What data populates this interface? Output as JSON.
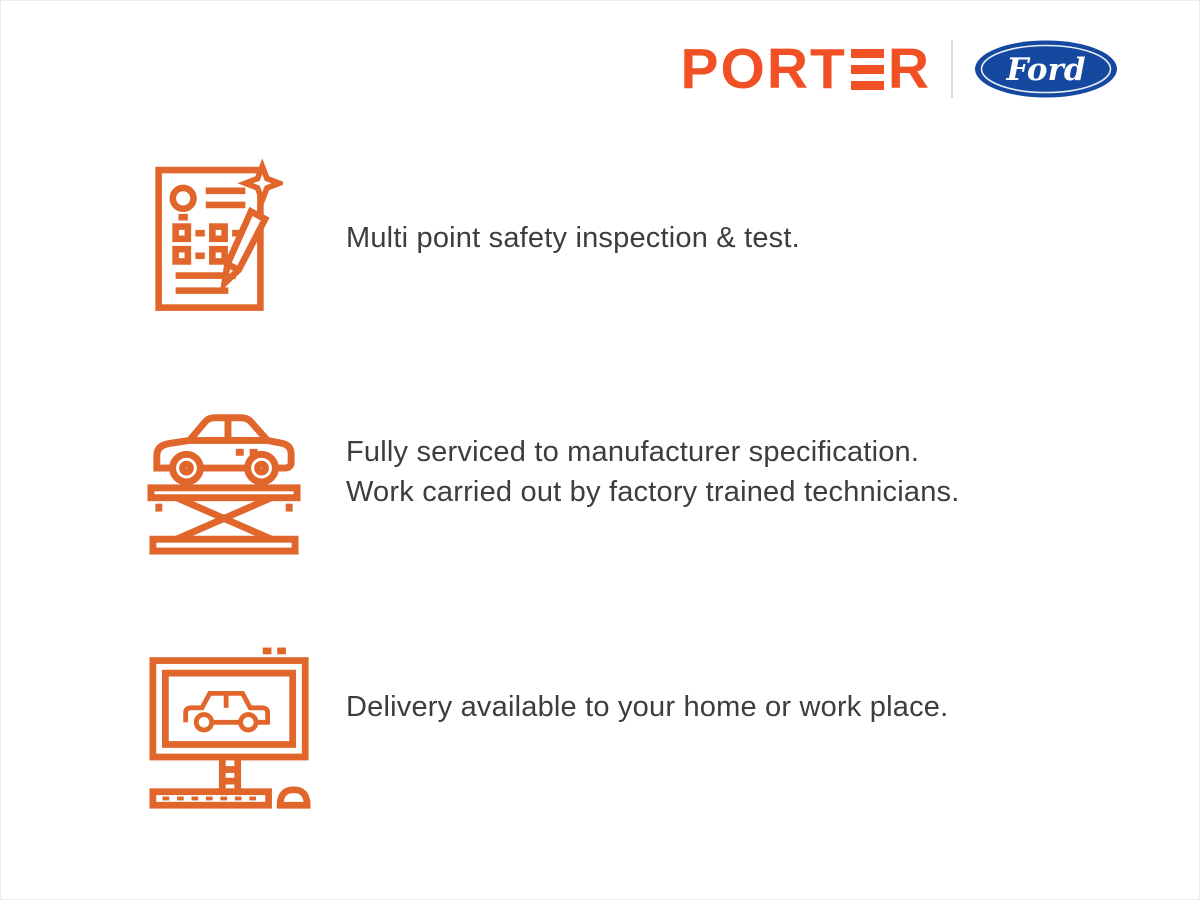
{
  "brand": {
    "porter_part1": "PORT",
    "porter_part2": "R",
    "porter_full": "PORTER",
    "ford_label": "Ford"
  },
  "colors": {
    "porter_orange": "#F05023",
    "icon_orange": "#E0662B",
    "ford_blue": "#15489F",
    "text_gray": "#3D3D3D"
  },
  "features": [
    {
      "name": "inspection",
      "icon": "inspection-checklist-icon",
      "lines": [
        "Multi point safety inspection & test."
      ]
    },
    {
      "name": "servicing",
      "icon": "car-lift-icon",
      "lines": [
        "Fully serviced to manufacturer specification.",
        "Work carried out by factory trained technicians."
      ]
    },
    {
      "name": "delivery",
      "icon": "delivery-monitor-icon",
      "lines": [
        "Delivery available to your home or work place."
      ]
    }
  ]
}
